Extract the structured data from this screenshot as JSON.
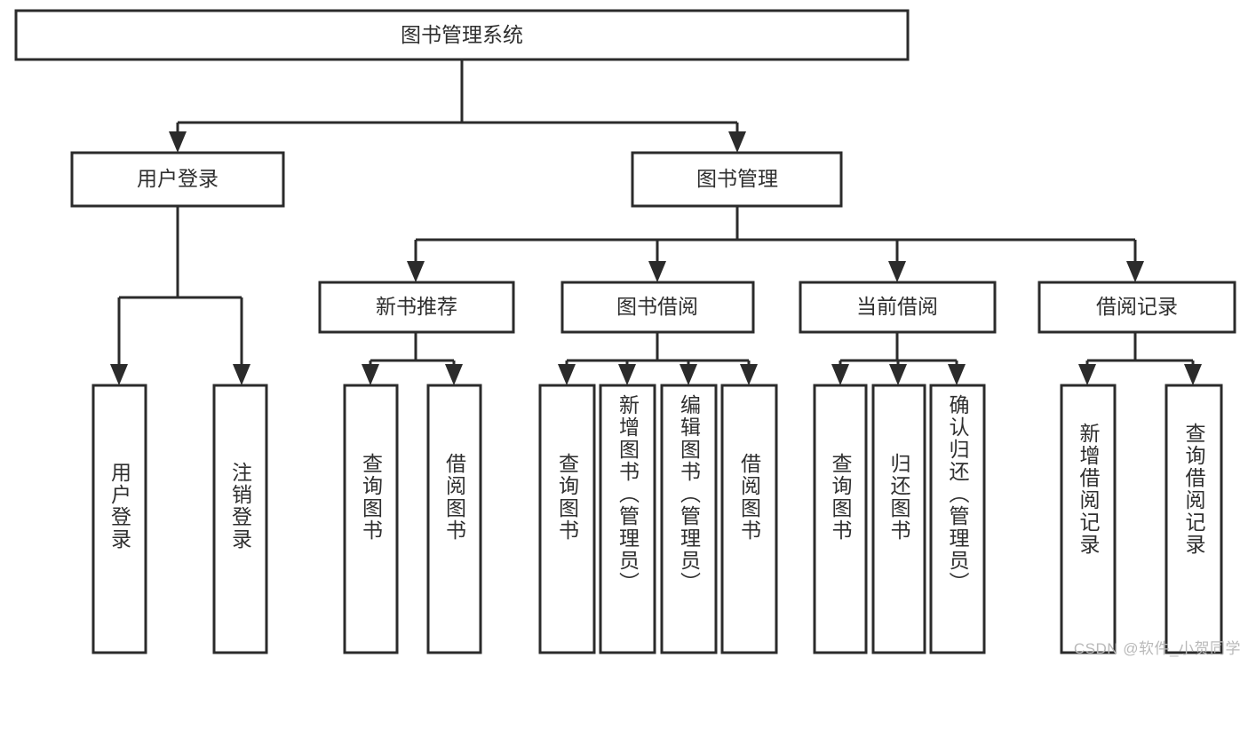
{
  "diagram": {
    "title": "图书管理系统",
    "watermark": "CSDN @软件_小贺同学",
    "stroke_color": "#2b2b2b",
    "text_color": "#2f2f2f",
    "box_fill": "#ffffff",
    "background": "#ffffff",
    "watermark_color": "#b9b9b9",
    "type": "tree-hierarchy",
    "levels": 4,
    "root": {
      "label": "图书管理系统",
      "children": [
        {
          "label": "用户登录",
          "children": [
            {
              "label": "用户登录"
            },
            {
              "label": "注销登录"
            }
          ]
        },
        {
          "label": "图书管理",
          "children": [
            {
              "label": "新书推荐",
              "children": [
                {
                  "label": "查询图书"
                },
                {
                  "label": "借阅图书"
                }
              ]
            },
            {
              "label": "图书借阅",
              "children": [
                {
                  "label": "查询图书"
                },
                {
                  "label": "新增图书（管理员）"
                },
                {
                  "label": "编辑图书（管理员）"
                },
                {
                  "label": "借阅图书"
                }
              ]
            },
            {
              "label": "当前借阅",
              "children": [
                {
                  "label": "查询图书"
                },
                {
                  "label": "归还图书"
                },
                {
                  "label": "确认归还（管理员）"
                }
              ]
            },
            {
              "label": "借阅记录",
              "children": [
                {
                  "label": "新增借阅记录"
                },
                {
                  "label": "查询借阅记录"
                }
              ]
            }
          ]
        }
      ]
    },
    "nodes": {
      "root_title": "图书管理系统",
      "l2_user_login": "用户登录",
      "l2_book_mgmt": "图书管理",
      "l3_new_book": "新书推荐",
      "l3_book_borrow": "图书借阅",
      "l3_current_borrow": "当前借阅",
      "l3_borrow_record": "借阅记录",
      "l4_user_login": "用户登录",
      "l4_logout": "注销登录",
      "l4_nb_query": "查询图书",
      "l4_nb_borrow": "借阅图书",
      "l4_bb_query": "查询图书",
      "l4_bb_add": "新增图书（管理员）",
      "l4_bb_edit": "编辑图书（管理员）",
      "l4_bb_borrow": "借阅图书",
      "l4_cb_query": "查询图书",
      "l4_cb_return": "归还图书",
      "l4_cb_confirm": "确认归还（管理员）",
      "l4_br_add": "新增借阅记录",
      "l4_br_query": "查询借阅记录"
    }
  }
}
